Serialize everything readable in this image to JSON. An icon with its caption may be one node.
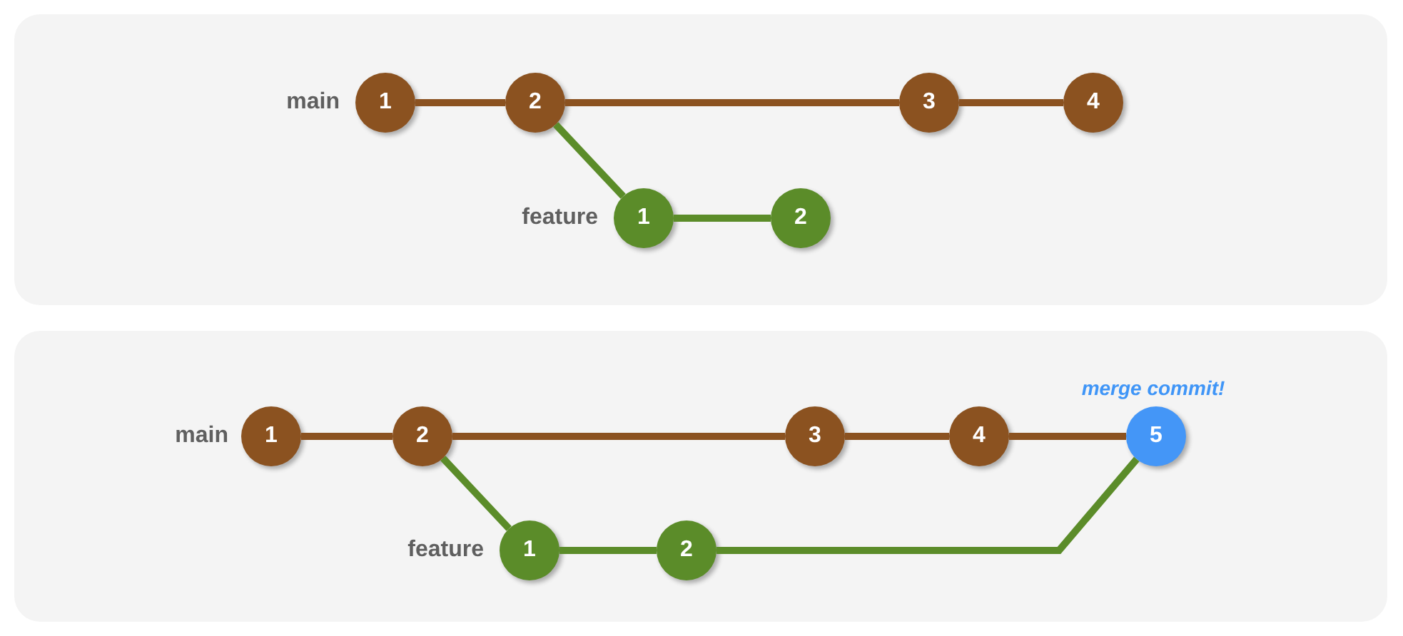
{
  "diagram": {
    "nodes": [
      {
        "text": [],
        "shape": "box"
      },
      {
        "text": [
          "1"
        ],
        "in": 0
      },
      {
        "text": [
          "2"
        ],
        "in": 0
      },
      {
        "text": [
          "3"
        ],
        "in": 0
      },
      {
        "text": [
          "4"
        ],
        "in": 0
      },
      {
        "text": [
          "1"
        ],
        "in": 0
      },
      {
        "text": [
          "2"
        ],
        "in": 0
      },
      {
        "text": [],
        "shape": "box"
      },
      {
        "text": [
          "1"
        ],
        "in": 7
      },
      {
        "text": [
          "2"
        ],
        "in": 7
      },
      {
        "text": [
          "3"
        ],
        "in": 7
      },
      {
        "text": [
          "4"
        ],
        "in": 7
      },
      {
        "text": [
          "5"
        ],
        "in": 7,
        "beside": [
          "merge commit!"
        ]
      },
      {
        "text": [
          "1"
        ],
        "in": 7
      },
      {
        "text": [
          "2"
        ],
        "in": 7
      }
    ],
    "edges": [
      {
        "from": 1,
        "to": 2,
        "arrow": "none"
      },
      {
        "from": 2,
        "to": 3,
        "arrow": "none"
      },
      {
        "from": 3,
        "to": 4,
        "arrow": "none"
      },
      {
        "from": 2,
        "to": 5,
        "arrow": "none",
        "color": "#5b8c29"
      },
      {
        "from": 5,
        "to": 6,
        "arrow": "none",
        "color": "#5b8c29"
      },
      {
        "from": 8,
        "to": 9,
        "arrow": "none"
      },
      {
        "from": 9,
        "to": 10,
        "arrow": "none"
      },
      {
        "from": 10,
        "to": 11,
        "arrow": "none"
      },
      {
        "from": 11,
        "to": 12,
        "arrow": "none"
      },
      {
        "from": 9,
        "to": 13,
        "arrow": "none",
        "color": "#5b8c29"
      },
      {
        "from": 13,
        "to": 14,
        "arrow": "none",
        "color": "#5b8c29"
      },
      {
        "from": 14,
        "to": 12,
        "arrow": "none",
        "color": "#5b8c29"
      }
    ],
    "labels": [
      "main",
      "feature",
      "main",
      "feature"
    ]
  }
}
